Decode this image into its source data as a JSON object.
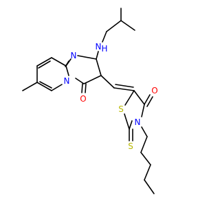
{
  "colors": {
    "bond": "#000000",
    "nitrogen": "#0000ff",
    "oxygen": "#ff0000",
    "sulfur": "#b8b800",
    "background": "#ffffff"
  },
  "atoms": [
    {
      "id": "n-amine",
      "element": "nitrogen",
      "text": "N",
      "hydrogen": "H"
    },
    {
      "id": "n-ring-upper",
      "element": "nitrogen",
      "text": "N"
    },
    {
      "id": "n-ring-bridge",
      "element": "nitrogen",
      "text": "N"
    },
    {
      "id": "o-pyrimidinone",
      "element": "oxygen",
      "text": "O"
    },
    {
      "id": "s-thiazolidine",
      "element": "sulfur",
      "text": "S"
    },
    {
      "id": "o-thiazolidinone",
      "element": "oxygen",
      "text": "O"
    },
    {
      "id": "n-thiazolidine",
      "element": "nitrogen",
      "text": "N"
    },
    {
      "id": "s-thione",
      "element": "sulfur",
      "text": "S"
    }
  ]
}
